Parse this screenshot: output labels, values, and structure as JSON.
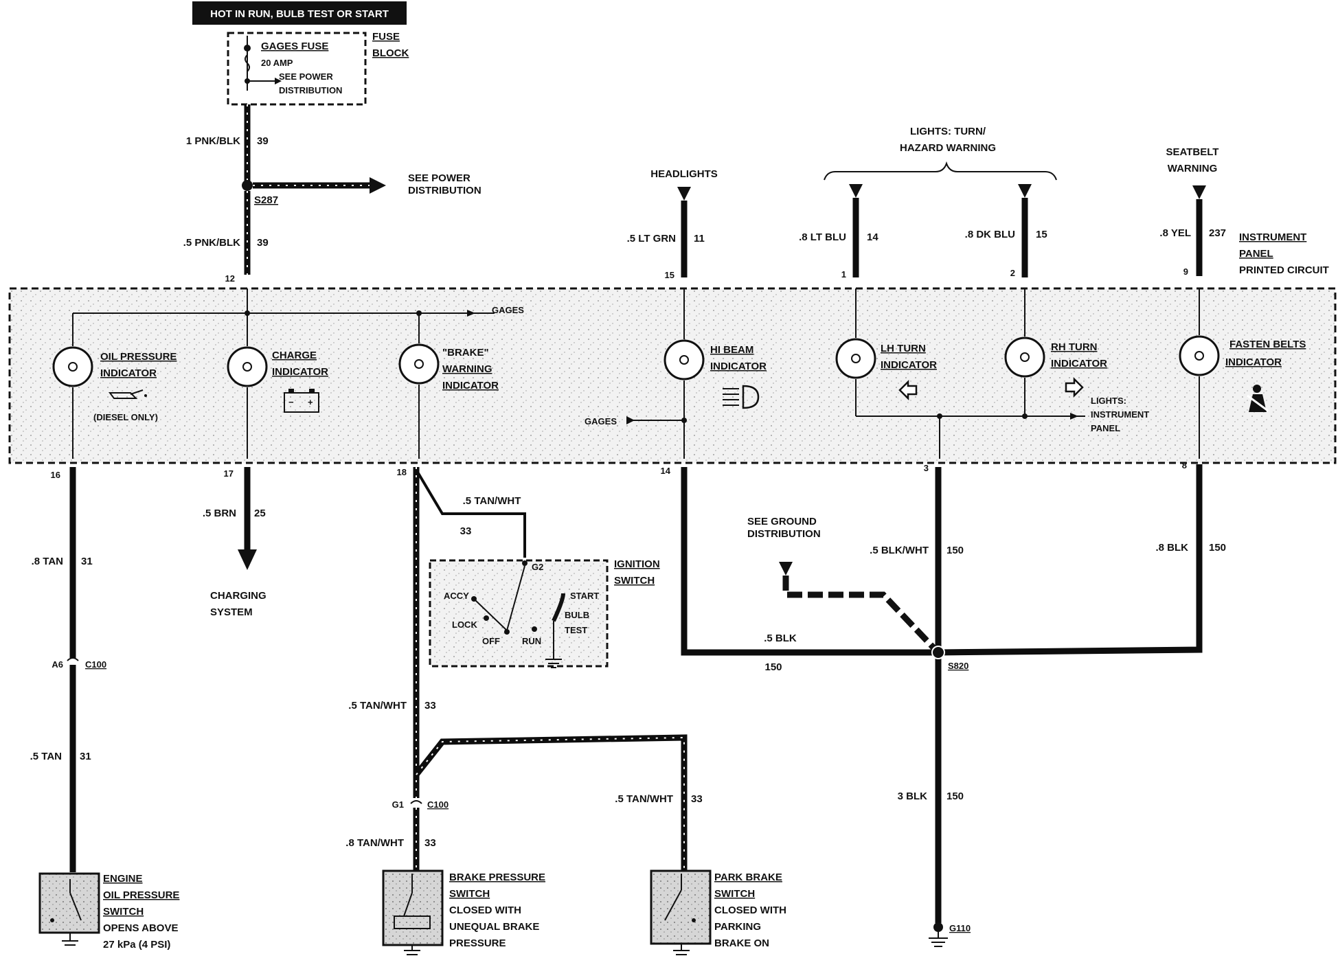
{
  "header": "HOT IN RUN, BULB TEST OR START",
  "fuse": {
    "name": "GAGES FUSE",
    "rating": "20 AMP",
    "note_line1": "SEE POWER",
    "note_line2": "DISTRIBUTION",
    "block_label_line1": "FUSE",
    "block_label_line2": "BLOCK"
  },
  "wires": {
    "w_fuse": {
      "gauge": "1 PNK/BLK",
      "circuit": "39"
    },
    "w_s287": {
      "gauge": ".5 PNK/BLK",
      "circuit": "39"
    },
    "w_hilite": {
      "gauge": ".5 LT GRN",
      "circuit": "11"
    },
    "w_lhturn": {
      "gauge": ".8 LT BLU",
      "circuit": "14"
    },
    "w_rhturn": {
      "gauge": ".8 DK BLU",
      "circuit": "15"
    },
    "w_seat": {
      "gauge": ".8 YEL",
      "circuit": "237"
    },
    "w_oil1": {
      "gauge": ".8 TAN",
      "circuit": "31"
    },
    "w_oil2": {
      "gauge": ".5 TAN",
      "circuit": "31"
    },
    "w_chg": {
      "gauge": ".5 BRN",
      "circuit": "25"
    },
    "w_ign": {
      "gauge": ".5 TAN/WHT",
      "circuit": "33"
    },
    "w_brake1": {
      "gauge": ".5 TAN/WHT",
      "circuit": "33"
    },
    "w_brake2": {
      "gauge": ".8 TAN/WHT",
      "circuit": "33"
    },
    "w_park": {
      "gauge": ".5 TAN/WHT",
      "circuit": "33"
    },
    "w_gnd1": {
      "gauge": ".5 BLK/WHT",
      "circuit": "150"
    },
    "w_gnd2": {
      "gauge": ".8 BLK",
      "circuit": "150"
    },
    "w_gnd3": {
      "gauge": ".5 BLK",
      "circuit": "150"
    },
    "w_gnd4": {
      "gauge": "3 BLK",
      "circuit": "150"
    }
  },
  "splices": {
    "s287": "S287",
    "s820": "S820"
  },
  "see_power": {
    "line1": "SEE POWER",
    "line2": "DISTRIBUTION"
  },
  "see_ground": {
    "line1": "SEE GROUND",
    "line2": "DISTRIBUTION"
  },
  "top_sources": {
    "headlights": "HEADLIGHTS",
    "turn_line1": "LIGHTS: TURN/",
    "turn_line2": "HAZARD WARNING",
    "seat_line1": "SEATBELT",
    "seat_line2": "WARNING"
  },
  "panel": {
    "label_line1": "INSTRUMENT",
    "label_line2": "PANEL",
    "label_line3": "PRINTED CIRCUIT",
    "gages": "GAGES",
    "gages2": "GAGES",
    "lights_line1": "LIGHTS:",
    "lights_line2": "INSTRUMENT",
    "lights_line3": "PANEL"
  },
  "pins": {
    "p12": "12",
    "p15": "15",
    "p1": "1",
    "p2": "2",
    "p9": "9",
    "p16": "16",
    "p17": "17",
    "p18": "18",
    "p14": "14",
    "p3": "3",
    "p8": "8"
  },
  "indicators": {
    "oil": {
      "line1": "OIL PRESSURE",
      "line2": "INDICATOR",
      "note": "(DIESEL ONLY)"
    },
    "charge": {
      "line1": "CHARGE",
      "line2": "INDICATOR"
    },
    "brake": {
      "line1": "\"BRAKE\"",
      "line2": "WARNING",
      "line3": "INDICATOR"
    },
    "hibeam": {
      "line1": "HI BEAM",
      "line2": "INDICATOR"
    },
    "lhturn": {
      "line1": "LH TURN",
      "line2": "INDICATOR"
    },
    "rhturn": {
      "line1": "RH TURN",
      "line2": "INDICATOR"
    },
    "belts": {
      "line1": "FASTEN BELTS",
      "line2": "INDICATOR"
    }
  },
  "charging": {
    "line1": "CHARGING",
    "line2": "SYSTEM"
  },
  "connectors": {
    "a6": "A6",
    "c100a": "C100",
    "g1": "G1",
    "c100b": "C100",
    "g2": "G2"
  },
  "ignition": {
    "line1": "IGNITION",
    "line2": "SWITCH",
    "accy": "ACCY",
    "lock": "LOCK",
    "off": "OFF",
    "run": "RUN",
    "start": "START",
    "bulb": "BULB",
    "test": "TEST"
  },
  "switches": {
    "oil": {
      "line1": "ENGINE",
      "line2": "OIL PRESSURE",
      "line3": "SWITCH",
      "line4": "OPENS ABOVE",
      "line5": "27 kPa (4 PSI)"
    },
    "brake": {
      "line1": "BRAKE PRESSURE",
      "line2": "SWITCH",
      "line3": "CLOSED WITH",
      "line4": "UNEQUAL BRAKE",
      "line5": "PRESSURE"
    },
    "park": {
      "line1": "PARK BRAKE",
      "line2": "SWITCH",
      "line3": "CLOSED WITH",
      "line4": "PARKING",
      "line5": "BRAKE ON"
    }
  },
  "ground": "G110"
}
